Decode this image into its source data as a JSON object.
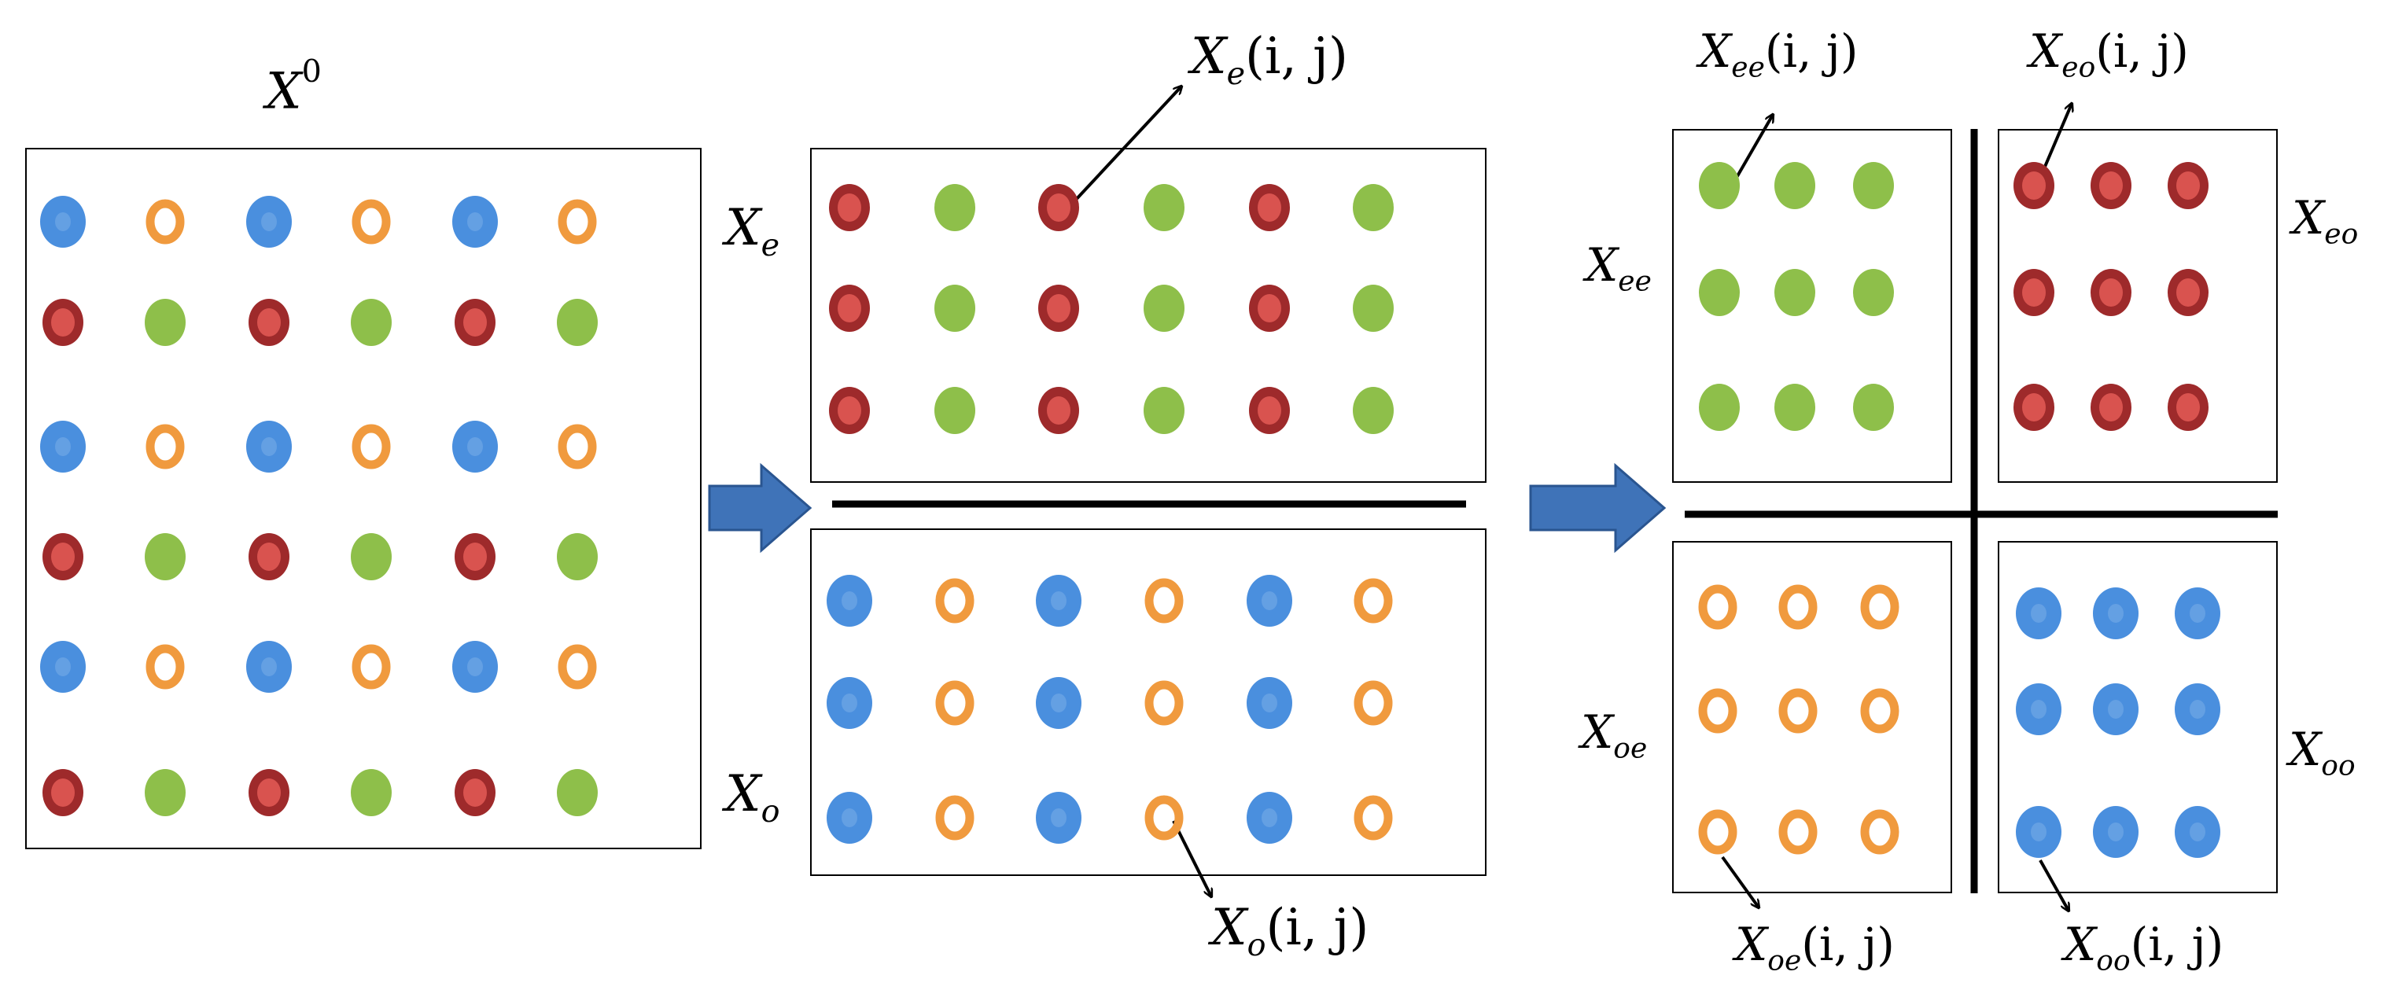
{
  "labels": {
    "x0": {
      "base": "X",
      "sup": "0"
    },
    "xe": {
      "base": "X",
      "sub": "e"
    },
    "xo": {
      "base": "X",
      "sub": "o"
    },
    "xee": {
      "base": "X",
      "sub": "ee"
    },
    "xeo": {
      "base": "X",
      "sub": "eo"
    },
    "xoe": {
      "base": "X",
      "sub": "oe"
    },
    "xoo": {
      "base": "X",
      "sub": "oo"
    },
    "args": "(i, j)"
  },
  "colors": {
    "blue": "#4a8fde",
    "blue_light": "#6fa6e6",
    "red": "#9e2a2b",
    "red_light": "#d9534f",
    "green": "#8ebf4a",
    "orange": "#f09a3e",
    "arrow_fill": "#3f73b8",
    "arrow_stroke": "#2a5590",
    "line": "#000000"
  }
}
